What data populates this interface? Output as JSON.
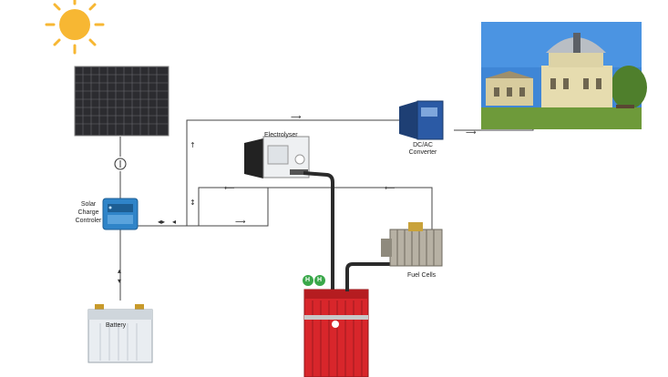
{
  "labels": {
    "electrolyser": "Electrolyser",
    "dcac_converter": "DC/AC Converter",
    "solar_charge_controller": "Solar Charge Controler",
    "battery": "Battery",
    "fuel_cells": "Fuel Cells",
    "h2_badge_left": "H",
    "h2_badge_right": "H"
  },
  "components": [
    {
      "name": "sun-icon",
      "label": ""
    },
    {
      "name": "solar-panel",
      "label": ""
    },
    {
      "name": "solar-charge-controller",
      "label": "Solar Charge Controler"
    },
    {
      "name": "battery",
      "label": "Battery"
    },
    {
      "name": "electrolyser",
      "label": "Electrolyser"
    },
    {
      "name": "hydrogen-storage-cylinders",
      "label": ""
    },
    {
      "name": "fuel-cells",
      "label": "Fuel Cells"
    },
    {
      "name": "dcac-converter",
      "label": "DC/AC Converter"
    },
    {
      "name": "observatory-load-photo",
      "label": ""
    }
  ],
  "colors": {
    "wire": "#333333",
    "gas_pipe": "#2b2b2b",
    "sun": "#f7b733",
    "cylinder_red": "#d8262b",
    "controller_blue": "#2f84c8",
    "badge_green": "#3aa84a",
    "sky": "#3f86d6",
    "grass": "#6e9a3a"
  }
}
